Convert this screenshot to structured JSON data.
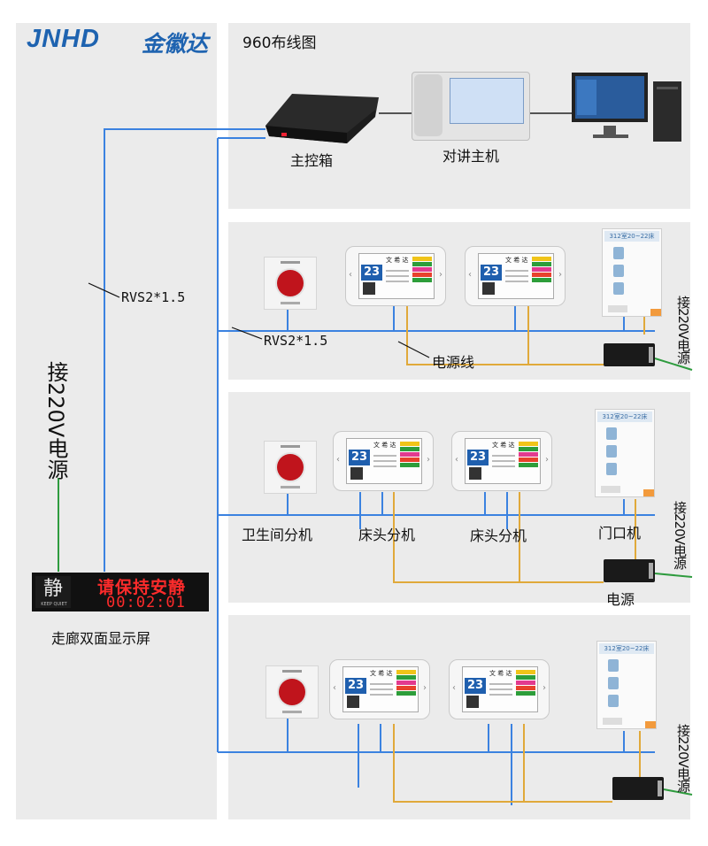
{
  "brand": {
    "latin": "JNHD",
    "chinese": "金徽达"
  },
  "title": "960布线图",
  "top": {
    "master_box": "主控箱",
    "intercom_host": "对讲主机"
  },
  "cable_main": "RVS2*1.5",
  "cable_floor": "RVS2*1.5",
  "power_line": "电源线",
  "power_220v_left": "接220V电源",
  "power_220v_side": "接220V电源",
  "row2": {
    "bathroom": "卫生间分机",
    "bedside_1": "床头分机",
    "bedside_2": "床头分机",
    "door": "门口机",
    "psu": "电源"
  },
  "corridor": {
    "caption": "走廊双面显示屏",
    "quiet_char": "静",
    "quiet_en": "KEEP QUIET",
    "message": "请保持安静",
    "time": "00:02:01"
  },
  "devices": {
    "door_header": "312室20~22床",
    "bed_number": "23",
    "bed_name": "文 希 达"
  },
  "colors": {
    "signal": "#3b82e0",
    "power": "#e0a93a",
    "mains": "#2e9b3e",
    "brand": "#1e63b0"
  }
}
